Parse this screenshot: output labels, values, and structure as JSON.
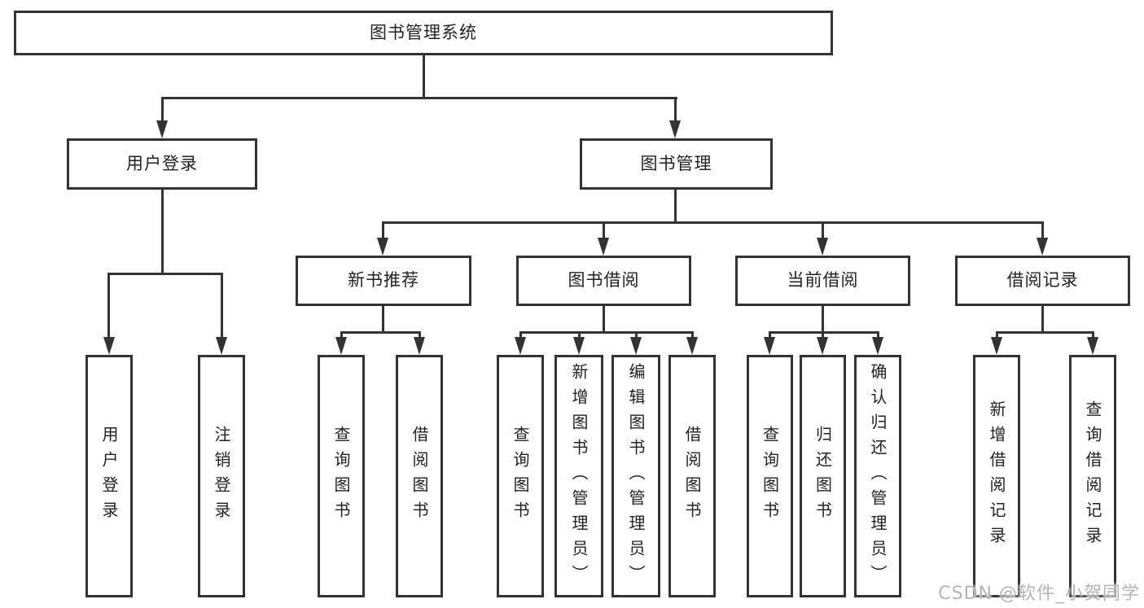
{
  "colors": {
    "line": "#333333",
    "box_border": "#333333",
    "text": "#222222",
    "watermark": "#b5b5b5",
    "background": "#ffffff"
  },
  "diagram": {
    "root": {
      "label": "图书管理系统"
    },
    "level2": [
      {
        "label": "用户登录"
      },
      {
        "label": "图书管理"
      }
    ],
    "level3": [
      {
        "label": "新书推荐"
      },
      {
        "label": "图书借阅"
      },
      {
        "label": "当前借阅"
      },
      {
        "label": "借阅记录"
      }
    ],
    "leaves_user_login": [
      {
        "label": "用户登录"
      },
      {
        "label": "注销登录"
      }
    ],
    "leaves_new_book": [
      {
        "label": "查询图书"
      },
      {
        "label": "借阅图书"
      }
    ],
    "leaves_book_borrow": [
      {
        "label": "查询图书"
      },
      {
        "label": "新增图书（管理员）"
      },
      {
        "label": "编辑图书（管理员）"
      },
      {
        "label": "借阅图书"
      }
    ],
    "leaves_current_borrow": [
      {
        "label": "查询图书"
      },
      {
        "label": "归还图书"
      },
      {
        "label": "确认归还（管理员）"
      }
    ],
    "leaves_borrow_records": [
      {
        "label": "新增借阅记录"
      },
      {
        "label": "查询借阅记录"
      }
    ]
  },
  "watermark": {
    "text": "CSDN @软件_小贺同学"
  }
}
